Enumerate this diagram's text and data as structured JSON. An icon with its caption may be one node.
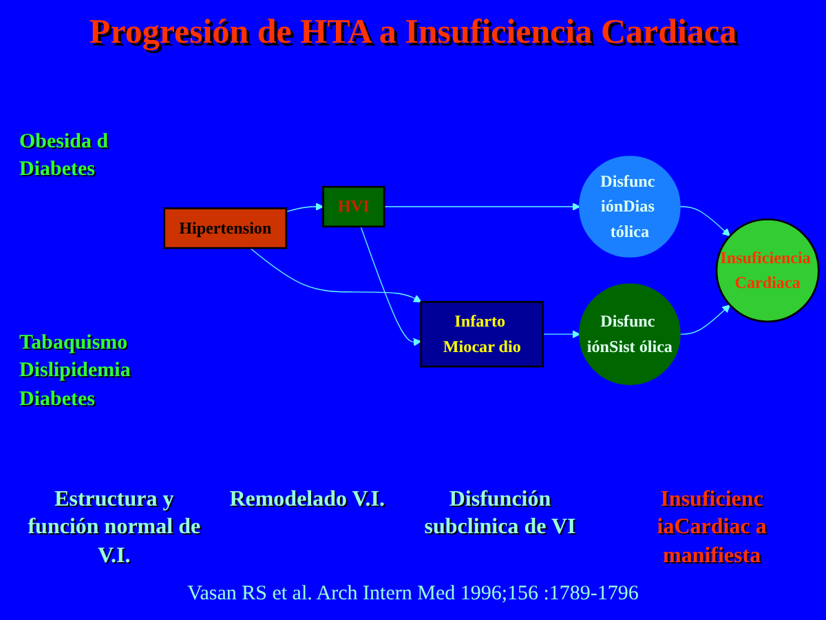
{
  "diagram": {
    "title": "Progresión de HTA a Insuficiencia Cardiaca",
    "caption": "Vasan RS et al. Arch Intern Med 1996;156 :1789-1796",
    "nodes": [
      {
        "text": [
          "Hipertension"
        ]
      },
      {
        "text": [
          "HVI"
        ]
      },
      {
        "text": [
          "Infarto Miocar dio"
        ]
      },
      {
        "text": [
          "Disfunc iónDias tólica"
        ]
      },
      {
        "text": [
          "Disfunc iónSist ólica"
        ]
      },
      {
        "text": [
          "Insuficiencia Cardiaca"
        ]
      }
    ],
    "edges": [
      {
        "from": 0,
        "to": 1,
        "arrow": "to"
      },
      {
        "from": 0,
        "to": 2,
        "arrow": "to"
      },
      {
        "from": 1,
        "to": 2,
        "arrow": "to"
      },
      {
        "from": 1,
        "to": 3,
        "arrow": "to"
      },
      {
        "from": 2,
        "to": 4,
        "arrow": "to"
      },
      {
        "from": 3,
        "to": 5,
        "arrow": "to"
      },
      {
        "from": 4,
        "to": 5,
        "arrow": "to"
      }
    ],
    "labels": [
      "Obesida d Diabetes",
      "Tabaquismo Dislipidemia Diabetes",
      "Estructura y función normal de V.I.",
      "Remodelado V.I.",
      "Disfunción subclinica de VI",
      "Insuficienc iaCardiac a manifiesta"
    ]
  }
}
